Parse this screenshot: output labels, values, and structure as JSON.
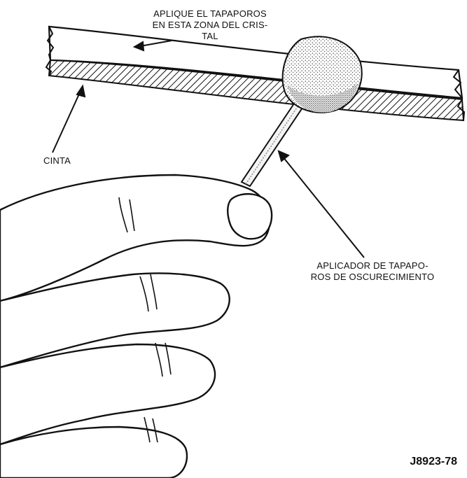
{
  "labels": {
    "glass_zone": {
      "line1": "APLIQUE EL TAPAPOROS",
      "line2": "EN ESTA ZONA DEL CRIS-",
      "line3": "TAL"
    },
    "tape": "CINTA",
    "applicator": {
      "line1": "APLICADOR DE TAPAPO-",
      "line2": "ROS DE OSCURECIMIENTO"
    }
  },
  "figure_id": "J8923-78"
}
